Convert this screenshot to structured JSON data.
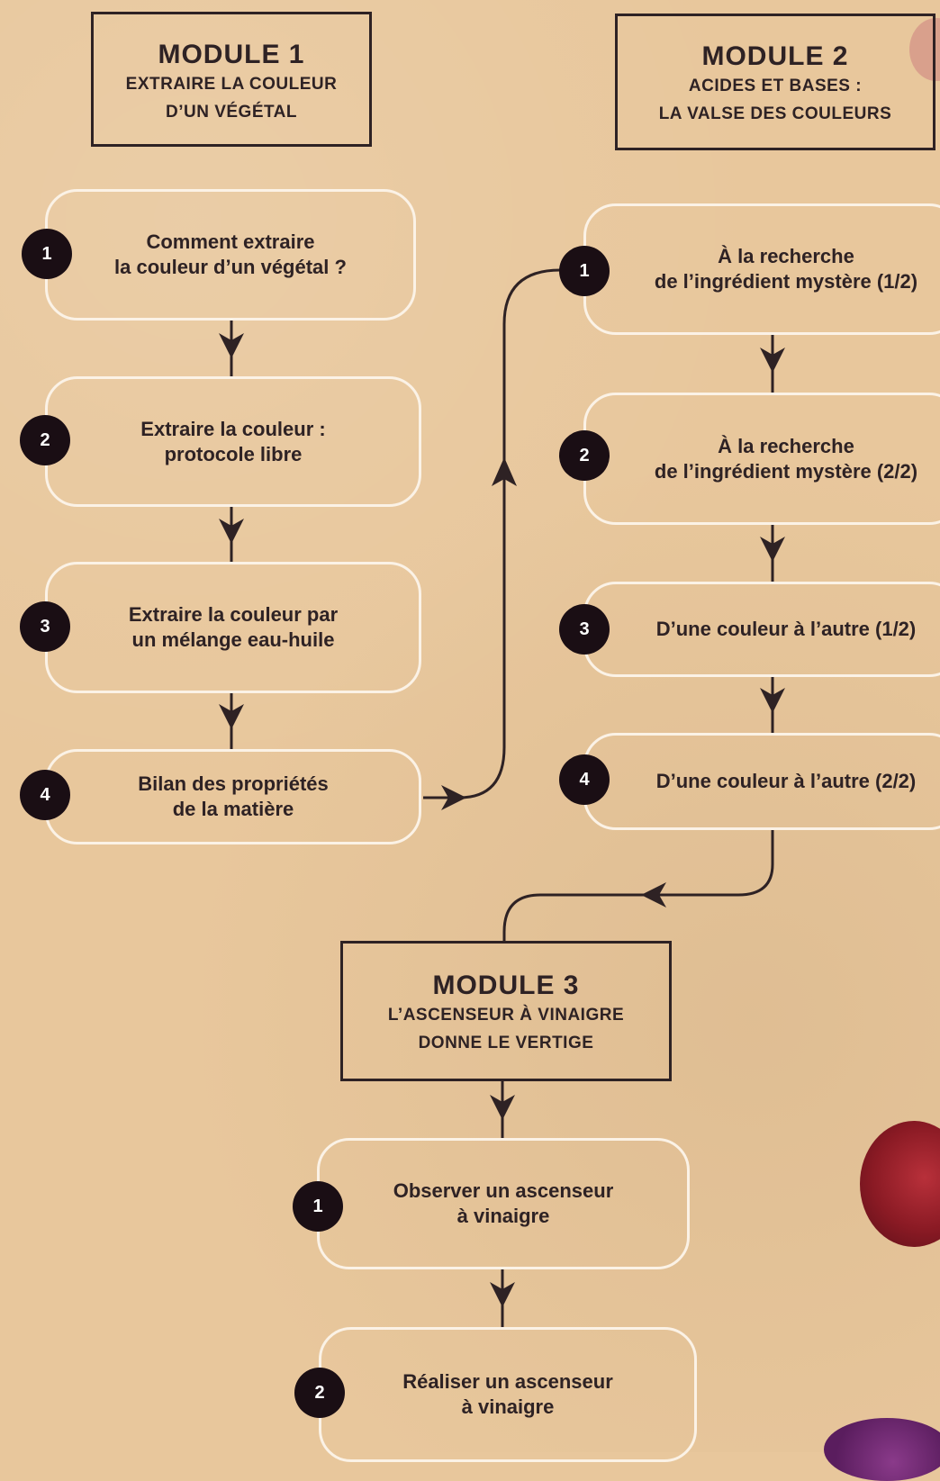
{
  "colors": {
    "background": "#e8c79c",
    "ink": "#2e2224",
    "box_border": "#fbf2e6",
    "badge": "#1a0e14"
  },
  "module1": {
    "title": "MODULE 1",
    "subtitle_line1": "EXTRAIRE LA COULEUR",
    "subtitle_line2": "D’UN VÉGÉTAL",
    "steps": [
      {
        "num": "1",
        "label": "Comment extraire\nla couleur d’un végétal ?"
      },
      {
        "num": "2",
        "label": "Extraire la couleur :\nprotocole libre"
      },
      {
        "num": "3",
        "label": "Extraire la couleur par\nun mélange eau-huile"
      },
      {
        "num": "4",
        "label": "Bilan des propriétés\nde la matière"
      }
    ]
  },
  "module2": {
    "title": "MODULE 2",
    "subtitle_line1": "ACIDES ET BASES :",
    "subtitle_line2": "LA VALSE DES COULEURS",
    "steps": [
      {
        "num": "1",
        "label": "À la recherche\nde l’ingrédient mystère (1/2)"
      },
      {
        "num": "2",
        "label": "À la recherche\nde l’ingrédient mystère (2/2)"
      },
      {
        "num": "3",
        "label": "D’une couleur à l’autre (1/2)"
      },
      {
        "num": "4",
        "label": "D’une couleur à l’autre (2/2)"
      }
    ]
  },
  "module3": {
    "title": "MODULE 3",
    "subtitle_line1": "L’ASCENSEUR À VINAIGRE",
    "subtitle_line2": "DONNE LE VERTIGE",
    "steps": [
      {
        "num": "1",
        "label": "Observer un ascenseur\nà vinaigre"
      },
      {
        "num": "2",
        "label": "Réaliser un ascenseur\nà vinaigre"
      }
    ]
  }
}
